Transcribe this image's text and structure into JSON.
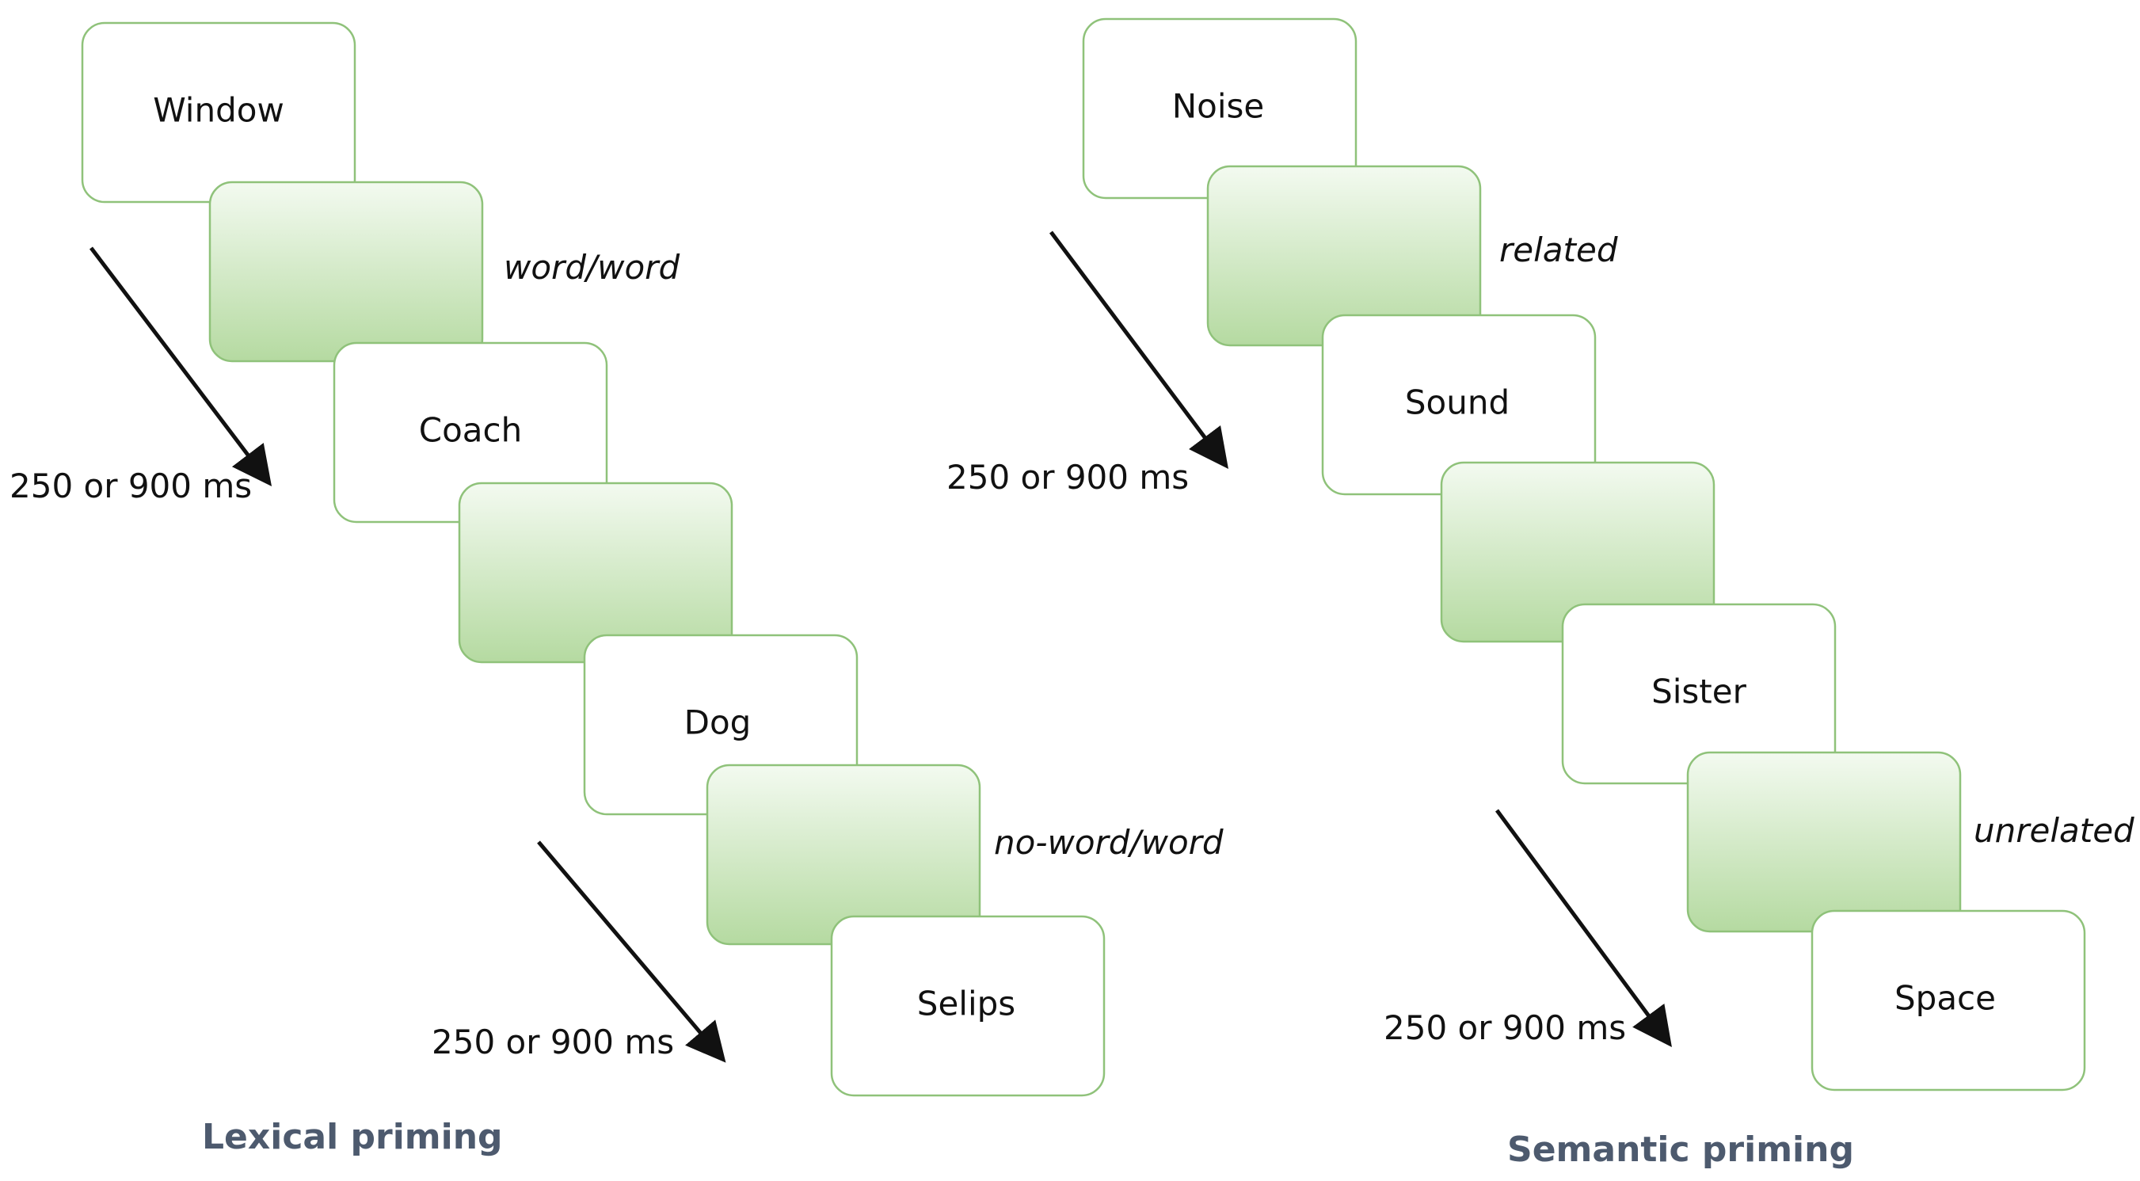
{
  "colors": {
    "box_border": "#8fc27a",
    "mask_fill_top": "#eef7ea",
    "mask_fill_bottom": "#b8dca4",
    "caption_text": "#4d5a6e",
    "arrow": "#111111"
  },
  "lexical": {
    "words": [
      "Window",
      "Coach",
      "Dog",
      "Selips"
    ],
    "condition_top": "word/word",
    "condition_bottom": "no-word/word",
    "timing_top": "250 or 900 ms",
    "timing_bottom": "250 or 900 ms",
    "caption": "Lexical priming"
  },
  "semantic": {
    "words": [
      "Noise",
      "Sound",
      "Sister",
      "Space"
    ],
    "condition_top": "related",
    "condition_bottom": "unrelated",
    "timing_top": "250 or 900 ms",
    "timing_bottom": "250 or 900 ms",
    "caption": "Semantic priming"
  }
}
